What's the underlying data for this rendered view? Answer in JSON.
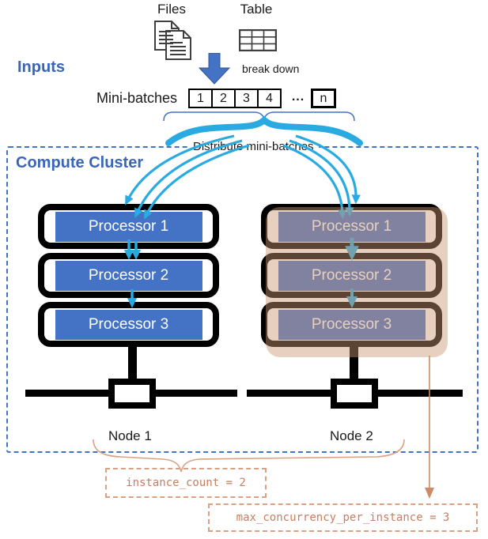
{
  "colors": {
    "accent_blue": "#4472C4",
    "heading_blue": "#3A66B8",
    "cyan": "#29ABE2",
    "code_text": "#C87E60",
    "tan_line": "#D9A183",
    "tan_arrow": "#CE8A68",
    "node2_tint": "#CB9673"
  },
  "inputs": {
    "files_label": "Files",
    "table_label": "Table",
    "section_label": "Inputs",
    "break_down_label": "break down",
    "minibatches_label": "Mini-batches",
    "cells": [
      "1",
      "2",
      "3",
      "4"
    ],
    "ellipsis": "...",
    "last_cell": "n"
  },
  "distribute_label": "Distribute mini-batches",
  "cluster": {
    "title": "Compute Cluster",
    "nodes": [
      {
        "name": "Node 1",
        "processors": [
          "Processor 1",
          "Processor 2",
          "Processor 3"
        ]
      },
      {
        "name": "Node 2",
        "processors": [
          "Processor 1",
          "Processor 2",
          "Processor 3"
        ]
      }
    ]
  },
  "annotations": {
    "instance_count": "instance_count = 2",
    "max_concurrency": "max_concurrency_per_instance = 3"
  }
}
